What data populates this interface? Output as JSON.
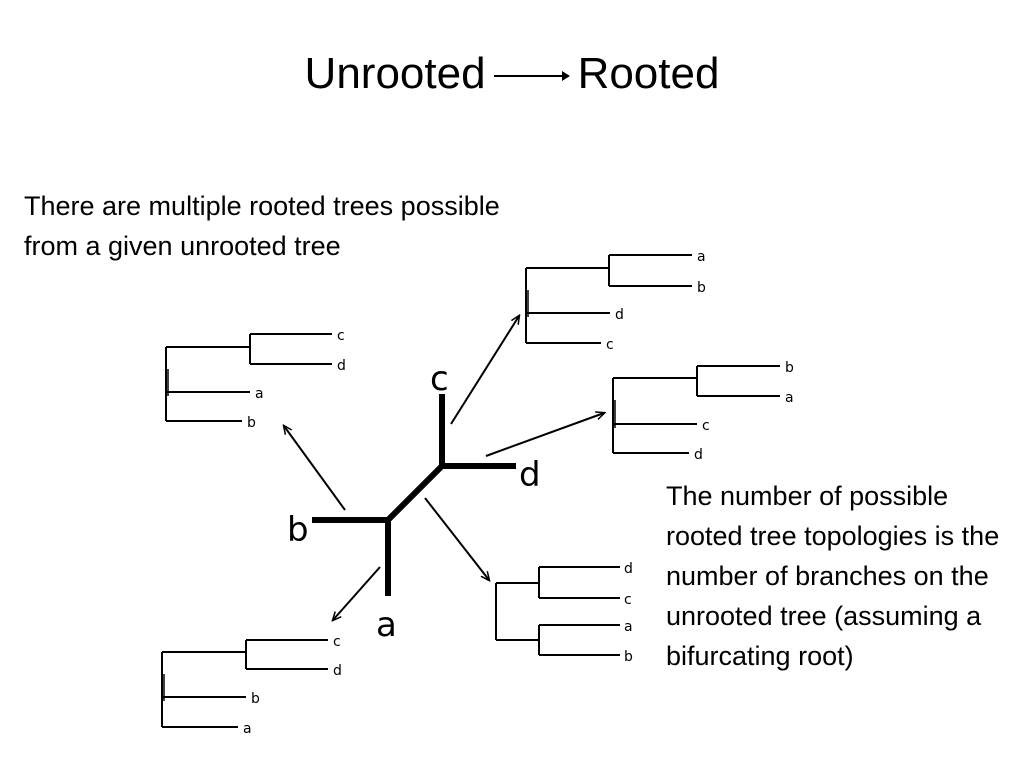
{
  "title": {
    "left": "Unrooted",
    "right": "Rooted",
    "arrow_icon": "right-arrow-icon"
  },
  "intro_text": "There are multiple rooted trees possible from a given unrooted tree",
  "explain_text": "The number of possible rooted tree topologies is the number of branches on the unrooted tree (assuming a bifurcating root)",
  "unrooted_tree": {
    "labels": {
      "a": "a",
      "b": "b",
      "c": "c",
      "d": "d"
    }
  },
  "rooted_trees": [
    {
      "id": "top-right",
      "tips": [
        "a",
        "b",
        "d",
        "c"
      ]
    },
    {
      "id": "mid-right",
      "tips": [
        "b",
        "a",
        "c",
        "d"
      ]
    },
    {
      "id": "bottom-right",
      "tips": [
        "d",
        "c",
        "a",
        "b"
      ]
    },
    {
      "id": "left",
      "tips": [
        "c",
        "d",
        "a",
        "b"
      ]
    },
    {
      "id": "bottom-left",
      "tips": [
        "c",
        "d",
        "b",
        "a"
      ]
    }
  ]
}
